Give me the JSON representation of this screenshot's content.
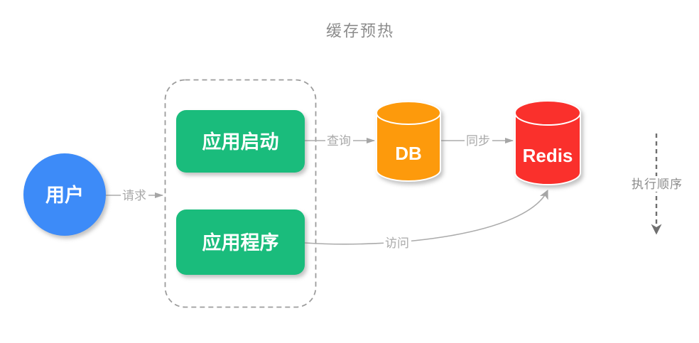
{
  "title": "缓存预热",
  "colors": {
    "blue": "#3D8BF8",
    "green": "#1ABC7C",
    "orange": "#FD9A0C",
    "red": "#FA302C"
  },
  "nodes": {
    "user": {
      "label": "用户"
    },
    "app_start": {
      "label": "应用启动"
    },
    "app_program": {
      "label": "应用程序"
    },
    "db": {
      "label": "DB"
    },
    "redis": {
      "label": "Redis"
    }
  },
  "edges": {
    "request": {
      "label": "请求"
    },
    "query": {
      "label": "查询"
    },
    "sync": {
      "label": "同步"
    },
    "access": {
      "label": "访问"
    },
    "order": {
      "label": "执行顺序"
    }
  }
}
